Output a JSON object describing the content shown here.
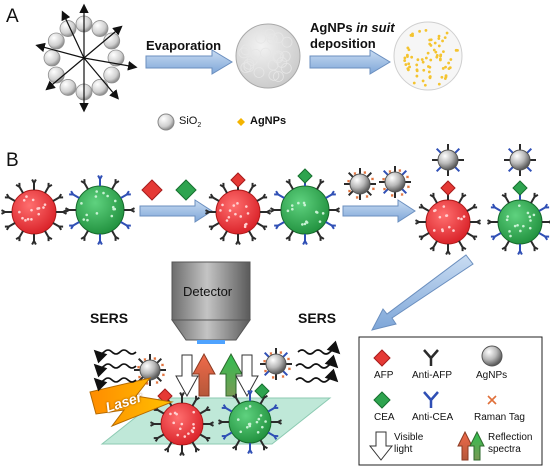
{
  "panels": {
    "a": "A",
    "b": "B"
  },
  "panel_a": {
    "step1": "Evaporation",
    "step2_line1": "AgNPs in suit",
    "step2_line2": "deposition",
    "legend_sio2": "SiO2",
    "legend_agnps": "AgNPs"
  },
  "panel_b": {
    "detector": "Detector",
    "sers_left": "SERS",
    "sers_right": "SERS",
    "laser": "Laser"
  },
  "legend": {
    "afp": "AFP",
    "anti_afp": "Anti-AFP",
    "agnps": "AgNPs",
    "cea": "CEA",
    "anti_cea": "Anti-CEA",
    "raman_tag": "Raman Tag",
    "visible_light_1": "Visible",
    "visible_light_2": "light",
    "reflection_1": "Reflection",
    "reflection_2": "spectra"
  },
  "colors": {
    "afp_red": "#e53935",
    "cea_green": "#2ea44f",
    "antibody_dark": "#2b2b2b",
    "antibody_blue": "#2f4fb5",
    "agnp_gold": "#f4c430",
    "arrow_blue": "#9fc0e6",
    "substrate": "#bfe8d8"
  }
}
